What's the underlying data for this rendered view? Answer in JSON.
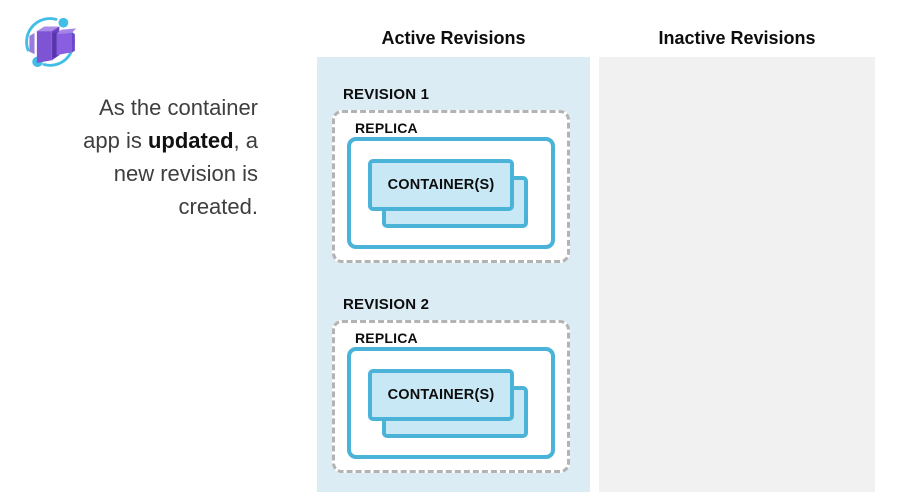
{
  "logo": {
    "icon": "azure-container-apps-icon"
  },
  "caption": {
    "line1": "As the container",
    "line2_pre": "app is ",
    "line2_bold": "updated",
    "line2_post": ", a",
    "line3": "new revision is",
    "line4": "created."
  },
  "columns": {
    "active": {
      "title": "Active Revisions",
      "revisions": [
        {
          "label": "REVISION 1",
          "replica_label": "REPLICA",
          "container_label": "CONTAINER(S)"
        },
        {
          "label": "REVISION 2",
          "replica_label": "REPLICA",
          "container_label": "CONTAINER(S)"
        }
      ]
    },
    "inactive": {
      "title": "Inactive Revisions",
      "revisions": []
    }
  },
  "colors": {
    "accent_blue": "#4CB3D8",
    "container_fill": "#C7E8F4",
    "active_panel_bg": "#DBECF5",
    "inactive_panel_bg": "#F1F1F2",
    "dashed_border": "#B3B3B3",
    "icon_purple": "#7F54D4",
    "icon_light_blue": "#41BDE6"
  }
}
